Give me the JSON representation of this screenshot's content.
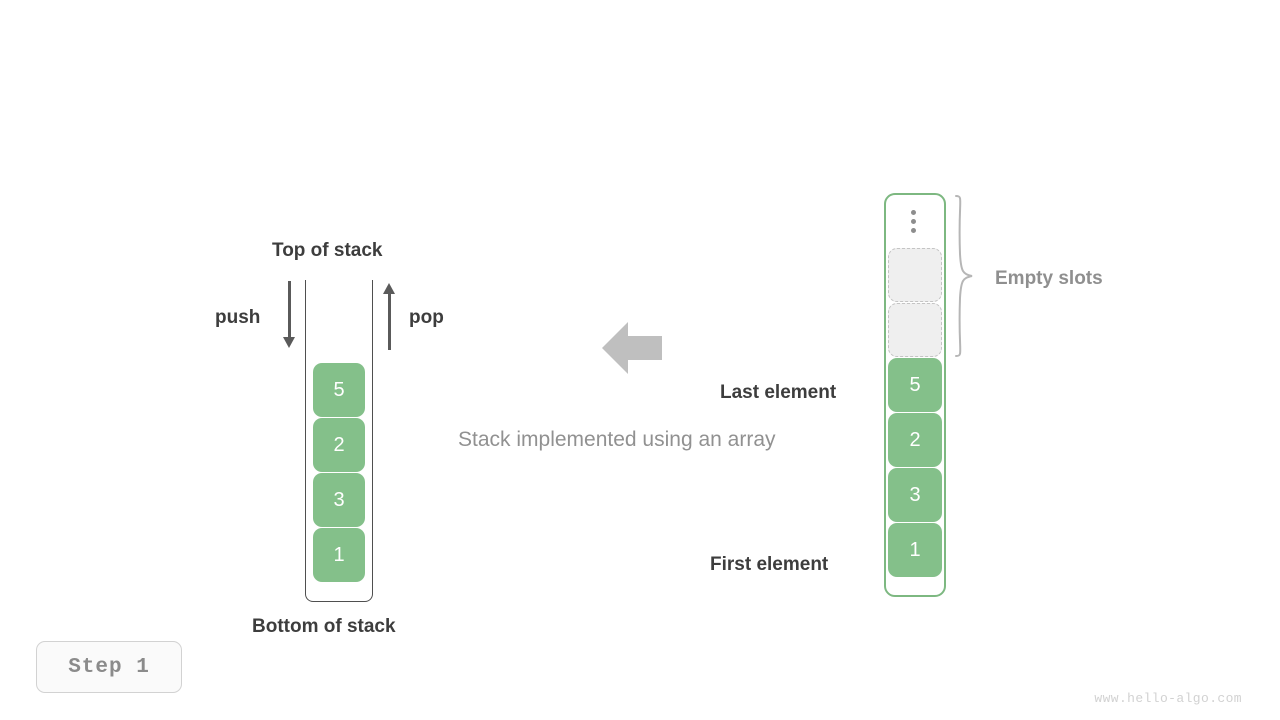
{
  "diagram": {
    "caption": "Stack implemented using an array",
    "watermark": "www.hello-algo.com",
    "step_badge": "Step 1",
    "colors": {
      "element_green": "#84c08a",
      "array_border_green": "#7db881",
      "empty_slot_fill": "#efefef",
      "empty_slot_border": "#c4c4c4",
      "label_dark": "#3d3d3d",
      "label_gray": "#8f8f8f",
      "caption_gray": "#919191",
      "arrow_gray": "#5a5a5a",
      "transform_arrow_gray": "#bfbfbf"
    }
  },
  "left_stack": {
    "top_label": "Top of stack",
    "bottom_label": "Bottom of stack",
    "push_label": "push",
    "pop_label": "pop",
    "push_icon": "arrow-down-icon",
    "pop_icon": "arrow-up-icon",
    "elements": [
      {
        "value": "5"
      },
      {
        "value": "2"
      },
      {
        "value": "3"
      },
      {
        "value": "1"
      }
    ]
  },
  "center": {
    "arrow_icon": "arrow-left-icon"
  },
  "right_array": {
    "empty_slots_label": "Empty slots",
    "last_element_label": "Last element",
    "first_element_label": "First element",
    "ellipsis_icon": "vertical-ellipsis-icon",
    "brace_icon": "curly-brace-icon",
    "slots": [
      {
        "type": "empty",
        "value": ""
      },
      {
        "type": "empty",
        "value": ""
      },
      {
        "type": "filled",
        "value": "5"
      },
      {
        "type": "filled",
        "value": "2"
      },
      {
        "type": "filled",
        "value": "3"
      },
      {
        "type": "filled",
        "value": "1"
      }
    ]
  }
}
